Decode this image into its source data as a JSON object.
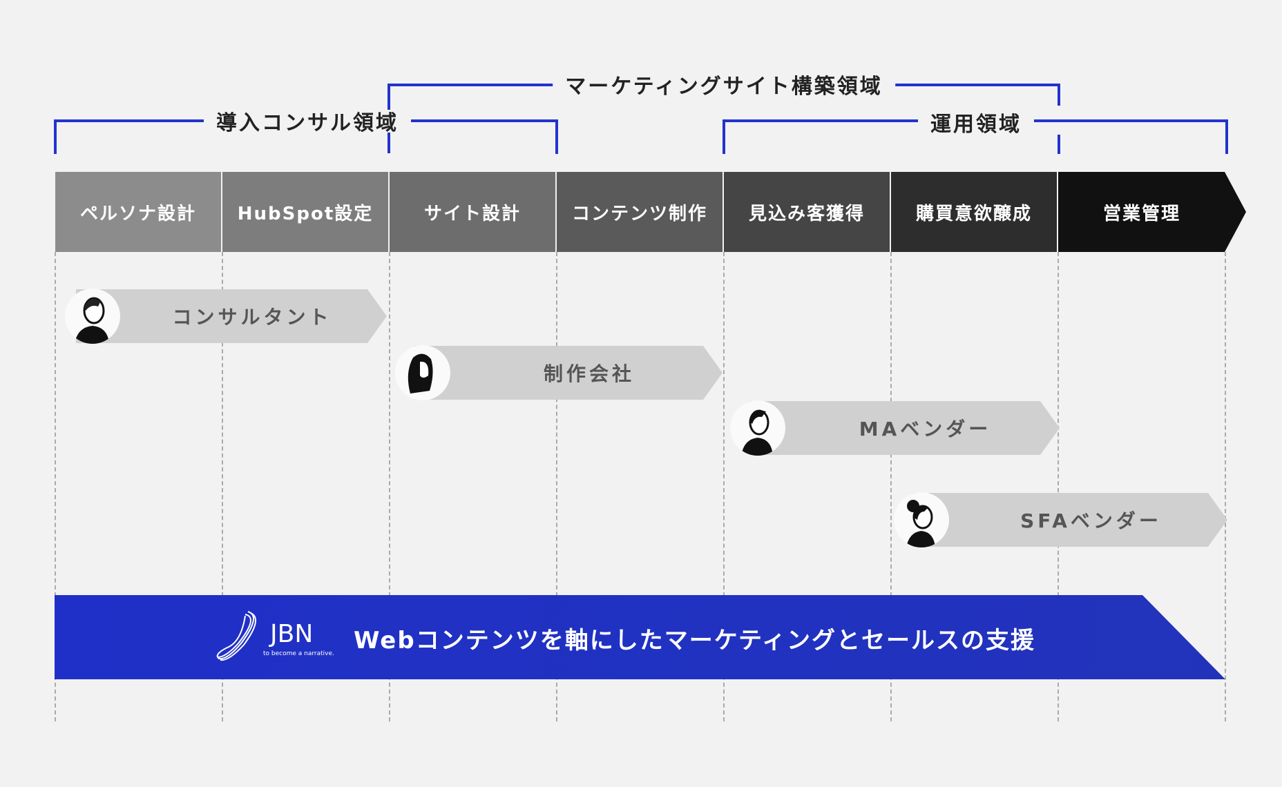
{
  "brackets": {
    "intro": "導入コンサル領域",
    "site": "マーケティングサイト構築領域",
    "ops": "運用領域"
  },
  "phases": [
    "ペルソナ設計",
    "HubSpot設定",
    "サイト設計",
    "コンテンツ制作",
    "見込み客獲得",
    "購買意欲醸成",
    "営業管理"
  ],
  "phase_colors": [
    "#8c8c8c",
    "#7d7d7d",
    "#6d6d6d",
    "#5a5a5a",
    "#454545",
    "#2d2d2d",
    "#111111"
  ],
  "roles": [
    "コンサルタント",
    "制作会社",
    "MAベンダー",
    "SFAベンダー"
  ],
  "banner": {
    "logo": "JBN",
    "tagline": "to become a narrative.",
    "text": "Webコンテンツを軸にしたマーケティングとセールスの支援"
  },
  "accent": "#2233cc"
}
